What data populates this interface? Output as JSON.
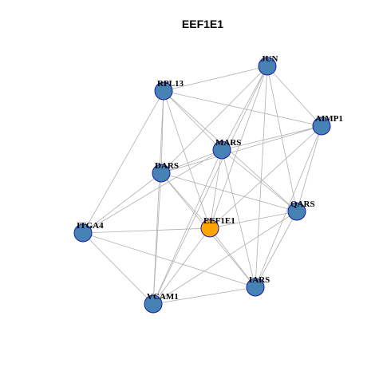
{
  "title": "EEF1E1",
  "colors": {
    "node_default": "#4682B4",
    "node_highlight": "#FFA500",
    "node_border": "#1a1aa6",
    "edge": "#b0b0b0"
  },
  "nodes": [
    {
      "id": "JUN",
      "label": "JUN",
      "highlight": false
    },
    {
      "id": "RPL13",
      "label": "RPL13",
      "highlight": false
    },
    {
      "id": "AIMP1",
      "label": "AIMP1",
      "highlight": false
    },
    {
      "id": "MARS",
      "label": "MARS",
      "highlight": false
    },
    {
      "id": "DARS",
      "label": "DARS",
      "highlight": false
    },
    {
      "id": "QARS",
      "label": "QARS",
      "highlight": false
    },
    {
      "id": "EEF1E1",
      "label": "EEF1E1",
      "highlight": true
    },
    {
      "id": "ITGA4",
      "label": "ITGA4",
      "highlight": false
    },
    {
      "id": "IARS",
      "label": "IARS",
      "highlight": false
    },
    {
      "id": "VCAM1",
      "label": "VCAM1",
      "highlight": false
    }
  ],
  "edges": [
    [
      "RPL13",
      "JUN"
    ],
    [
      "RPL13",
      "AIMP1"
    ],
    [
      "RPL13",
      "MARS"
    ],
    [
      "RPL13",
      "DARS"
    ],
    [
      "RPL13",
      "QARS"
    ],
    [
      "RPL13",
      "EEF1E1"
    ],
    [
      "RPL13",
      "ITGA4"
    ],
    [
      "RPL13",
      "VCAM1"
    ],
    [
      "JUN",
      "AIMP1"
    ],
    [
      "JUN",
      "MARS"
    ],
    [
      "JUN",
      "DARS"
    ],
    [
      "JUN",
      "QARS"
    ],
    [
      "JUN",
      "EEF1E1"
    ],
    [
      "JUN",
      "IARS"
    ],
    [
      "JUN",
      "VCAM1"
    ],
    [
      "AIMP1",
      "MARS"
    ],
    [
      "AIMP1",
      "DARS"
    ],
    [
      "AIMP1",
      "QARS"
    ],
    [
      "AIMP1",
      "EEF1E1"
    ],
    [
      "AIMP1",
      "IARS"
    ],
    [
      "MARS",
      "DARS"
    ],
    [
      "MARS",
      "QARS"
    ],
    [
      "MARS",
      "EEF1E1"
    ],
    [
      "MARS",
      "IARS"
    ],
    [
      "MARS",
      "ITGA4"
    ],
    [
      "MARS",
      "VCAM1"
    ],
    [
      "DARS",
      "QARS"
    ],
    [
      "DARS",
      "EEF1E1"
    ],
    [
      "DARS",
      "IARS"
    ],
    [
      "DARS",
      "ITGA4"
    ],
    [
      "DARS",
      "VCAM1"
    ],
    [
      "QARS",
      "EEF1E1"
    ],
    [
      "QARS",
      "IARS"
    ],
    [
      "QARS",
      "VCAM1"
    ],
    [
      "EEF1E1",
      "ITGA4"
    ],
    [
      "EEF1E1",
      "IARS"
    ],
    [
      "EEF1E1",
      "VCAM1"
    ],
    [
      "ITGA4",
      "IARS"
    ],
    [
      "ITGA4",
      "VCAM1"
    ],
    [
      "IARS",
      "VCAM1"
    ]
  ]
}
